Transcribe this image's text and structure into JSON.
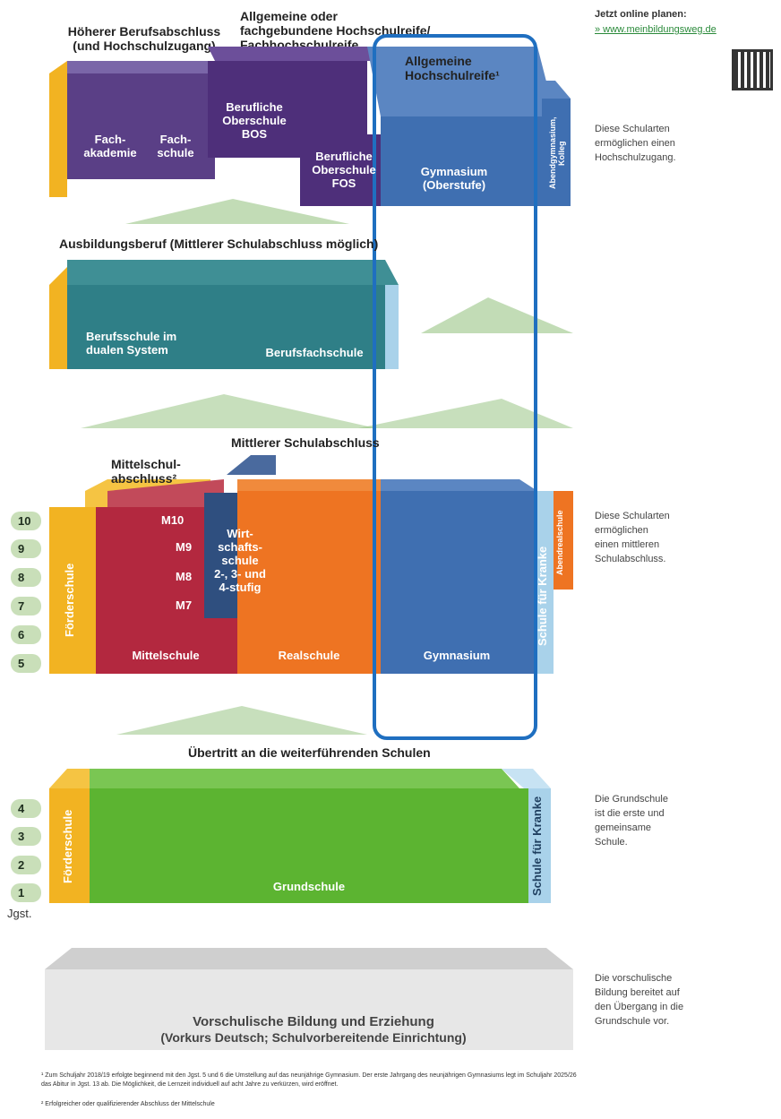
{
  "header": {
    "hoeherer": "Höherer Berufsabschluss\n(und Hochschulzugang)",
    "allgemeine_oder": "Allgemeine oder\nfachgebundene Hochschulreife/\nFachhochschulreife",
    "online_title": "Jetzt online planen:",
    "online_link": "» www.meinbildungsweg.de"
  },
  "top_block": {
    "allg_hochschulreife": "Allgemeine\nHochschulreife¹",
    "fachakademie": "Fach-\nakademie",
    "fachschule": "Fach-\nschule",
    "bos": "Berufliche\nOberschule\nBOS",
    "fos": "Berufliche\nOberschule\nFOS",
    "gymnasium_oberstufe": "Gymnasium\n(Oberstufe)",
    "kolleg": "Abendgymnasium, Kolleg"
  },
  "ausbildung": {
    "title": "Ausbildungsberuf (Mittlerer Schulabschluss möglich)",
    "berufsschule": "Berufsschule im\ndualen System",
    "berufsfachschule": "Berufsfachschule"
  },
  "middle": {
    "mittlerer": "Mittlerer Schulabschluss",
    "mittelschulabschluss": "Mittelschul-\nabschluss²",
    "m_labels": [
      "M10",
      "M9",
      "M8",
      "M7"
    ],
    "wirtschaftsschule": "Wirt-\nschafts-\nschule\n2-, 3- und\n4-stufig",
    "mittelschule": "Mittelschule",
    "realschule": "Realschule",
    "gymnasium": "Gymnasium",
    "foerderschule": "Förderschule",
    "schule_kranke": "Schule für Kranke",
    "abendrealschule": "Abendrealschule",
    "grades": [
      "10",
      "9",
      "8",
      "7",
      "6",
      "5"
    ]
  },
  "uebertritt": "Übertritt an die weiterführenden Schulen",
  "primary": {
    "grundschule": "Grundschule",
    "foerderschule": "Förderschule",
    "schule_kranke": "Schule für Kranke",
    "grades": [
      "4",
      "3",
      "2",
      "1"
    ],
    "jgst": "Jgst."
  },
  "preschool": {
    "title": "Vorschulische Bildung und Erziehung",
    "subtitle": "(Vorkurs Deutsch; Schulvorbereitende Einrichtung)"
  },
  "side_notes": {
    "hochschul": "Diese Schularten\nermöglichen einen\nHochschulzugang.",
    "mittlerer": "Diese Schularten\nermöglichen\neinen mittleren\nSchulabschluss.",
    "grundschule": "Die Grundschule\nist die erste und\ngemeinsame\nSchule.",
    "vorschule": "Die vorschulische\nBildung bereitet auf\nden Übergang in die\nGrundschule vor."
  },
  "footnotes": {
    "f1": "¹  Zum Schuljahr 2018/19 erfolgte beginnend mit den Jgst. 5 und 6 die Umstellung auf das neunjährige Gymnasium. Der erste Jahrgang des neunjährigen Gymnasiums legt im Schuljahr 2025/26 das Abitur in Jgst. 13 ab. Die Möglichkeit, die Lernzeit individuell auf acht Jahre zu verkürzen, wird eröffnet.",
    "f2": "²  Erfolgreicher oder qualifizierender Abschluss der Mittelschule"
  },
  "colors": {
    "purple": "#5a3f86",
    "blue": "#3f6fb1",
    "teal": "#2f7f87",
    "red": "#b3283f",
    "orange": "#ee7422",
    "yellow": "#f2b322",
    "green": "#5cb431",
    "lightblue": "#a9d2ea",
    "highlight": "#1f6fc0"
  }
}
